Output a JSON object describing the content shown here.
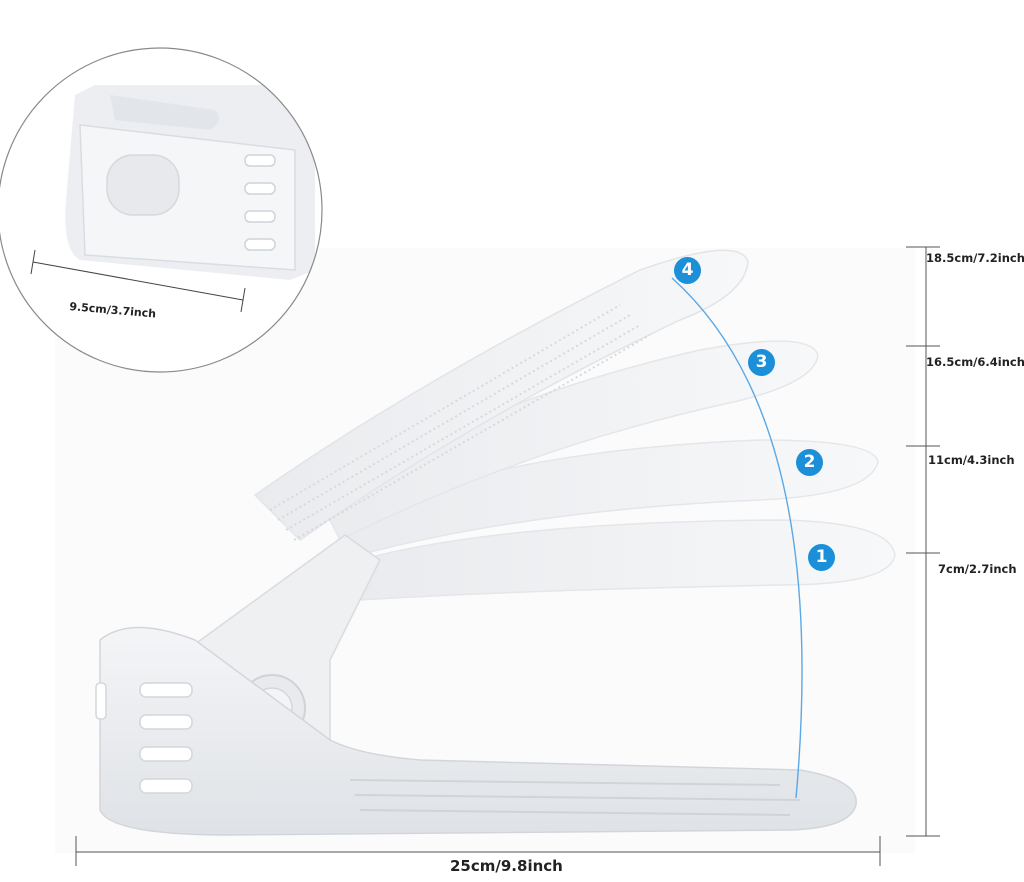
{
  "dimensions": {
    "width_label": "25cm/9.8inch",
    "depth_label": "9.5cm/3.7inch",
    "height_levels": [
      {
        "number": "1",
        "label": "7cm/2.7inch"
      },
      {
        "number": "2",
        "label": "11cm/4.3inch"
      },
      {
        "number": "3",
        "label": "16.5cm/6.4inch"
      },
      {
        "number": "4",
        "label": "18.5cm/7.2inch"
      }
    ]
  },
  "colors": {
    "background": "#ffffff",
    "product": "#f2f3f5",
    "product_shade": "#dcdfe3",
    "badge": "#1b8fd8",
    "arc": "#5aa8e6",
    "dimension_line": "#555555"
  }
}
